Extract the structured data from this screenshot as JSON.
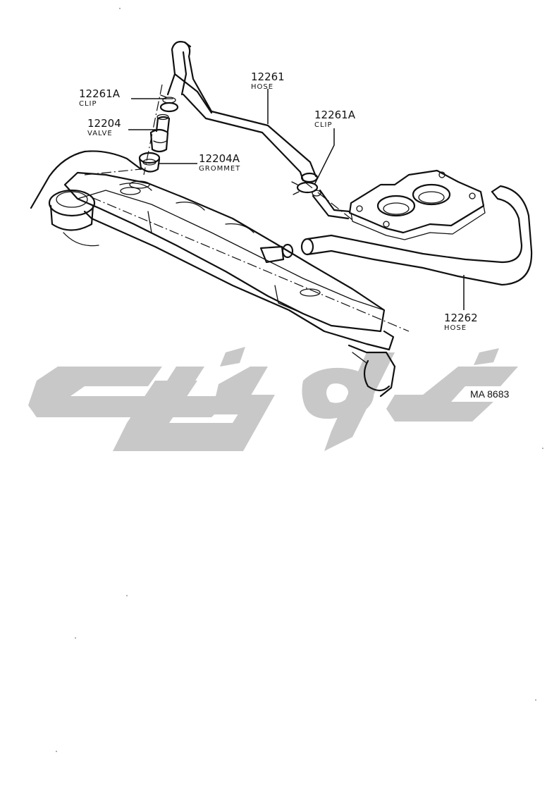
{
  "callouts": [
    {
      "id": "clip-1",
      "number": "12261A",
      "name": "CLIP"
    },
    {
      "id": "valve",
      "number": "12204",
      "name": "VALVE"
    },
    {
      "id": "grommet",
      "number": "12204A",
      "name": "GROMMET"
    },
    {
      "id": "hose-1",
      "number": "12261",
      "name": "HOSE"
    },
    {
      "id": "clip-2",
      "number": "12261A",
      "name": "CLIP"
    },
    {
      "id": "hose-2",
      "number": "12262",
      "name": "HOSE"
    }
  ],
  "reference": "MA 8683",
  "watermark": {
    "color": "#c8c8c8"
  }
}
